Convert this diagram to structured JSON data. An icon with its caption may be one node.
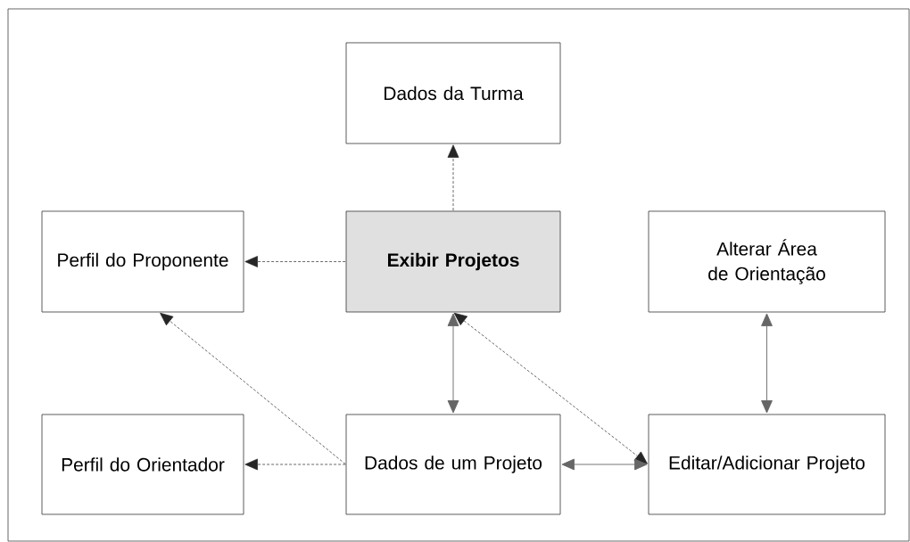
{
  "diagram": {
    "nodes": [
      {
        "text": [
          "Dados da Turma"
        ]
      },
      {
        "text": [
          "Perfil do Proponente"
        ]
      },
      {
        "text": [
          "Exibir Projetos"
        ]
      },
      {
        "text": [
          "Alterar Área de Orientação"
        ]
      },
      {
        "text": [
          "Perfil do Orientador"
        ]
      },
      {
        "text": [
          "Dados de um Projeto"
        ]
      },
      {
        "text": [
          "Editar/Adicionar Projeto"
        ]
      }
    ],
    "edges": [
      {
        "from": 2,
        "to": 0,
        "arrow": "to",
        "style": "dashed"
      },
      {
        "from": 2,
        "to": 1,
        "arrow": "to",
        "style": "dashed"
      },
      {
        "from": 2,
        "to": 5,
        "arrow": "both"
      },
      {
        "from": 2,
        "to": 6,
        "arrow": "both",
        "style": "dashed"
      },
      {
        "from": 3,
        "to": 6,
        "arrow": "both"
      },
      {
        "from": 5,
        "to": 1,
        "arrow": "to",
        "style": "dashed"
      },
      {
        "from": 5,
        "to": 4,
        "arrow": "to",
        "style": "dashed"
      },
      {
        "from": 5,
        "to": 6,
        "arrow": "both"
      }
    ]
  }
}
